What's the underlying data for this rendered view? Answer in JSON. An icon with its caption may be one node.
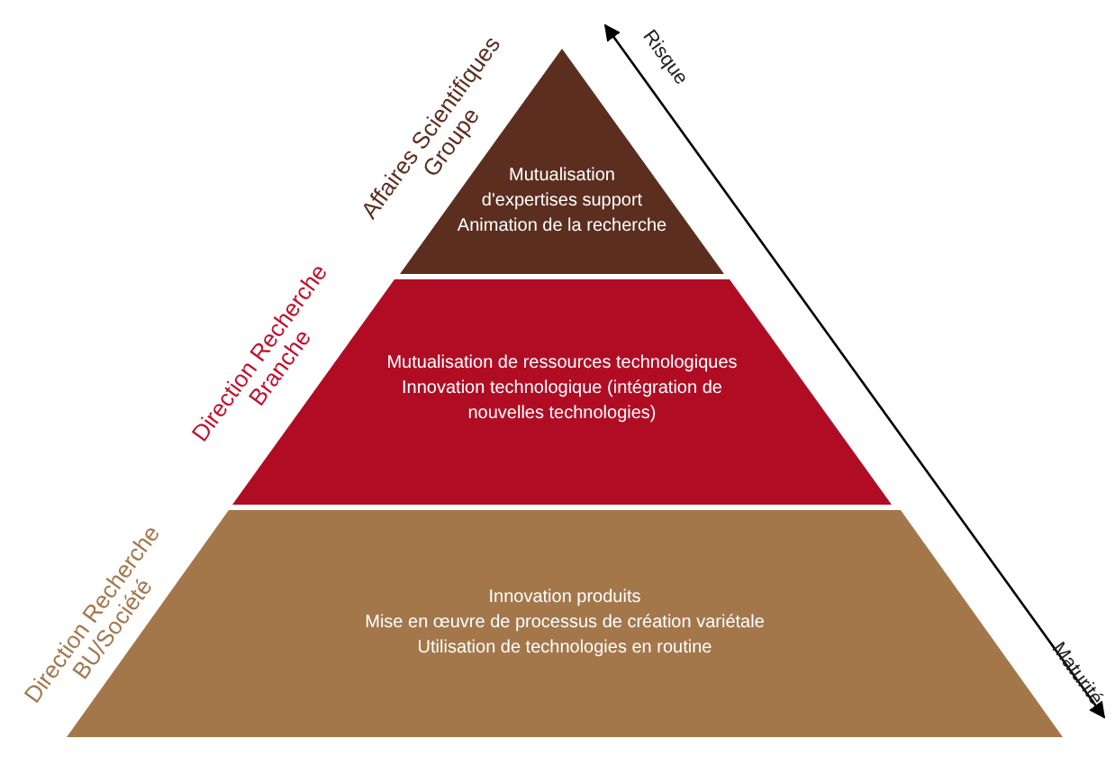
{
  "diagram": {
    "nodes": [
      {
        "text": [
          "Mutualisation d'expertises support",
          "Animation de la recherche"
        ],
        "beside": [
          "Affaires Scientifiques Groupe"
        ]
      },
      {
        "text": [
          "Mutualisation de ressources technologiques",
          "Innovation technologique (intégration de nouvelles technologies)"
        ],
        "beside": [
          "Direction Recherche Branche"
        ]
      },
      {
        "text": [
          "Innovation produits",
          "Mise en œuvre de processus de création variétale",
          "Utilisation de technologies en routine"
        ],
        "beside": [
          "Direction Recherche BU/Société"
        ]
      }
    ],
    "labels": [
      "Risque",
      "Maturité"
    ]
  }
}
